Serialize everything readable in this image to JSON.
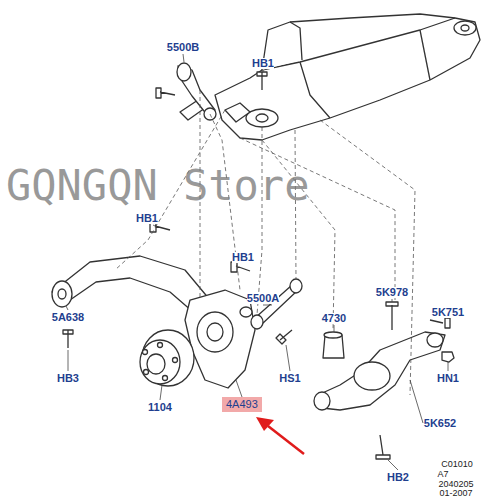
{
  "diagram": {
    "nodes": [
      {
        "text": [
          "4A493"
        ]
      }
    ],
    "labels": [
      "5500B",
      "HB1",
      "HB1",
      "GQNGQN Store",
      "HB1",
      "5500A",
      "5A638",
      "HB3",
      "HS1",
      "1104",
      "4730",
      "5K978",
      "5K751",
      "HN1",
      "5K652",
      "HB2",
      "C01010",
      "A7",
      "2040205",
      "01-2007"
    ]
  }
}
